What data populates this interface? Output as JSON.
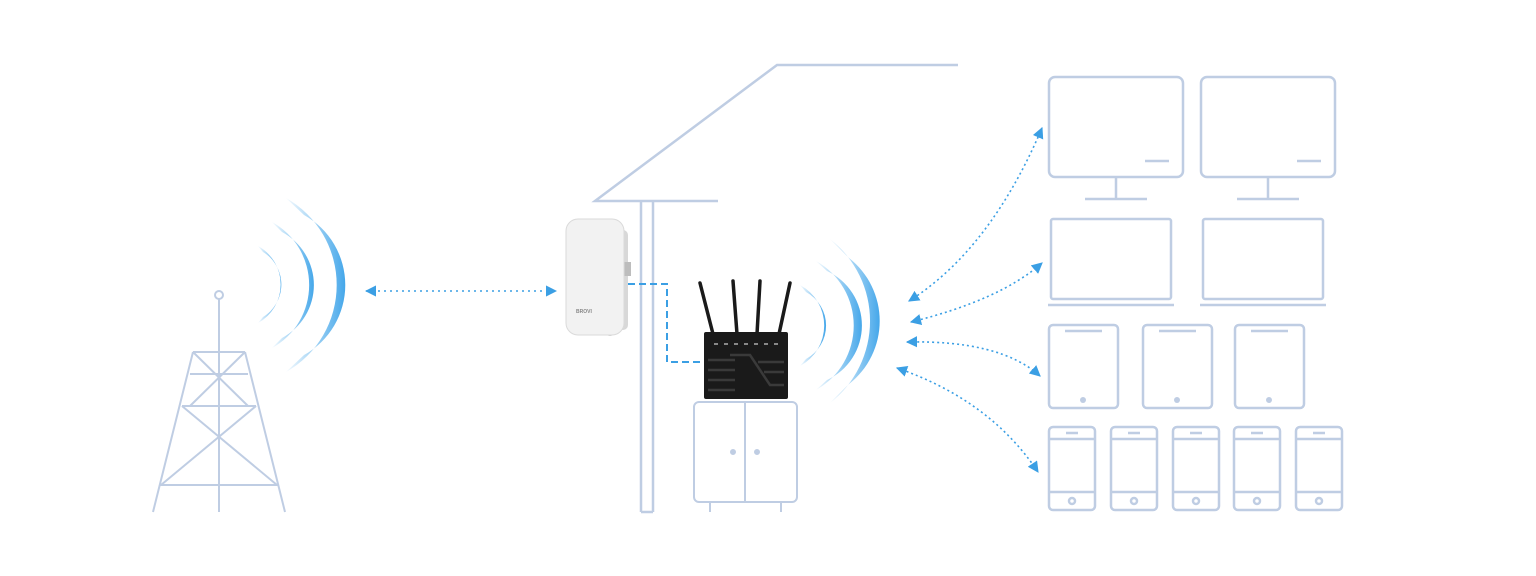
{
  "colors": {
    "outline": "#BFCDE3",
    "arrow": "#3B9FE4",
    "wave": "#45A7EA",
    "router_body": "#1A1A1A",
    "cpe_body": "#F2F2F2"
  },
  "cpe": {
    "brand": "BROVI"
  },
  "icons": {
    "tower": "cell-tower-icon",
    "cpe": "outdoor-cpe-icon",
    "router": "indoor-router-icon",
    "house": "house-outline-icon",
    "cabinet": "cabinet-icon",
    "desktop": "desktop-monitor-icon",
    "laptop": "laptop-icon",
    "tablet": "tablet-icon",
    "phone": "smartphone-icon"
  },
  "device_rows": [
    {
      "type": "desktop",
      "count": 2
    },
    {
      "type": "laptop",
      "count": 2
    },
    {
      "type": "tablet",
      "count": 3
    },
    {
      "type": "phone",
      "count": 5
    }
  ]
}
